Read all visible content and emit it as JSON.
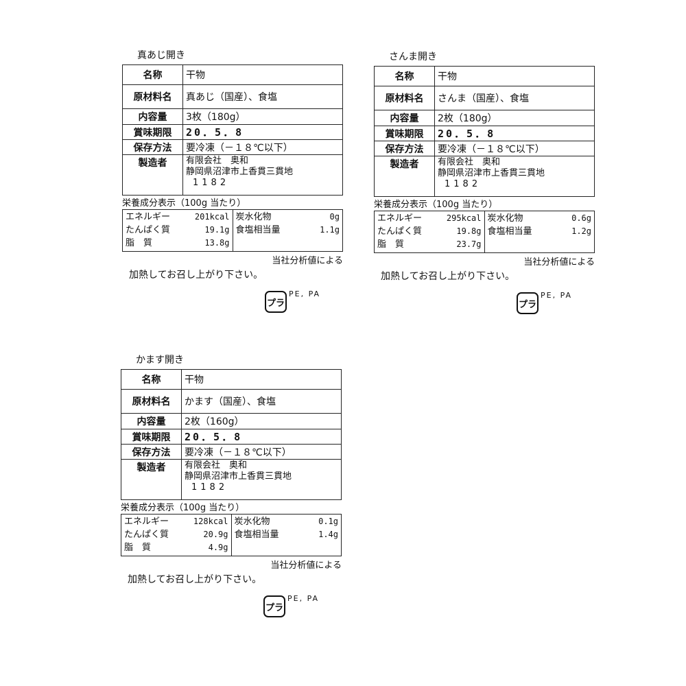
{
  "common": {
    "label_name": "名称",
    "label_raw": "原材料名",
    "label_content": "内容量",
    "label_expiry": "賞味期限",
    "label_storage": "保存方法",
    "label_maker": "製造者",
    "name_value": "干物",
    "storage_value": "要冷凍（－１８℃以下）",
    "maker_line1": "有限会社　奥和",
    "maker_line2": "静岡県沼津市上香貫三貫地",
    "maker_line3": "1182",
    "expiry_value": "20．5．8",
    "nutrition_heading": "栄養成分表示（100g 当たり）",
    "n_energy": "エネルギー",
    "n_protein": "たんぱく質",
    "n_fat": "脂　質",
    "n_carb": "炭水化物",
    "n_salt": "食塩相当量",
    "analysis_note": "当社分析値による",
    "cooking_note": "加熱してお召し上がり下さい。",
    "recycle_mark": "プラ",
    "recycle_materials": "PE, PA"
  },
  "products": [
    {
      "title": "真あじ開き",
      "raw": "真あじ（国産）、食塩",
      "content": "3枚（180g）",
      "energy": "201kcal",
      "protein": "19.1g",
      "fat": "13.8g",
      "carb": "0g",
      "salt": "1.1g"
    },
    {
      "title": "さんま開き",
      "raw": "さんま（国産）、食塩",
      "content": "2枚（180g）",
      "energy": "295kcal",
      "protein": "19.8g",
      "fat": "23.7g",
      "carb": "0.6g",
      "salt": "1.2g"
    },
    {
      "title": "かます開き",
      "raw": "かます（国産）、食塩",
      "content": "2枚（160g）",
      "energy": "128kcal",
      "protein": "20.9g",
      "fat": "4.9g",
      "carb": "0.1g",
      "salt": "1.4g"
    }
  ]
}
